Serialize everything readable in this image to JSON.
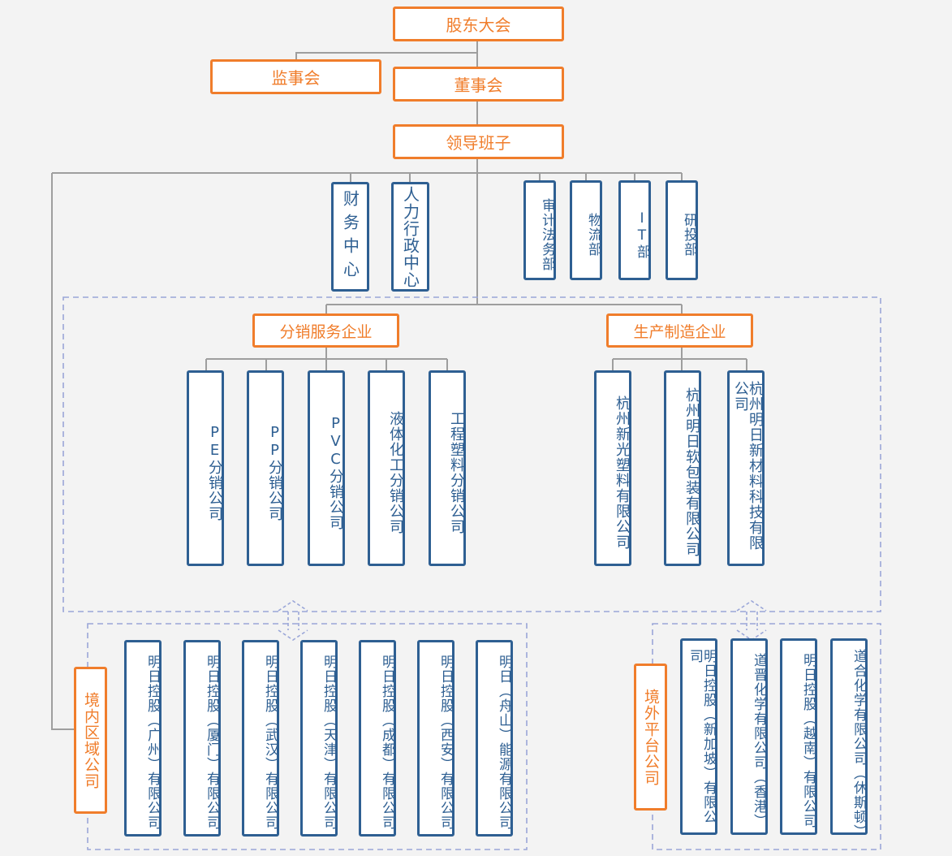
{
  "top": {
    "shareholders": "股东大会",
    "supervisors": "监事会",
    "board": "董事会",
    "leadership": "领导班子"
  },
  "departments": {
    "finance": "财务中心",
    "hr_admin": "人力行政中心",
    "audit_legal": "审计法务部",
    "logistics": "物流部",
    "it": "IT部",
    "research_invest": "研投部"
  },
  "groups": {
    "distribution": "分销服务企业",
    "manufacturing": "生产制造企业",
    "domestic": "境内区域公司",
    "overseas": "境外平台公司"
  },
  "distribution_companies": [
    "PE分销公司",
    "PP分销公司",
    "PVC分销公司",
    "液体化工分销公司",
    "工程塑料分销公司"
  ],
  "manufacturing_companies": [
    "杭州新光塑料有限公司",
    "杭州明日软包装有限公司",
    "杭州明日新材料科技有限公司"
  ],
  "domestic_companies": [
    "明日控股（广州）有限公司",
    "明日控股（厦门）有限公司",
    "明日控股（武汉）有限公司",
    "明日控股（天津）有限公司",
    "明日控股（成都）有限公司",
    "明日控股（西安）有限公司",
    "明日（舟山）能源有限公司"
  ],
  "overseas_companies": [
    "明日控股（新加坡）有限公司",
    "道晋化学有限公司（香港）",
    "明日控股（越南）有限公司",
    "道合化学有限公司（休斯顿）"
  ],
  "colors": {
    "orange": "#f07d2b",
    "blue": "#2e5f92",
    "line": "#9e9e9e",
    "dashed": "#9aa6d8",
    "background": "#f3f3f3"
  }
}
